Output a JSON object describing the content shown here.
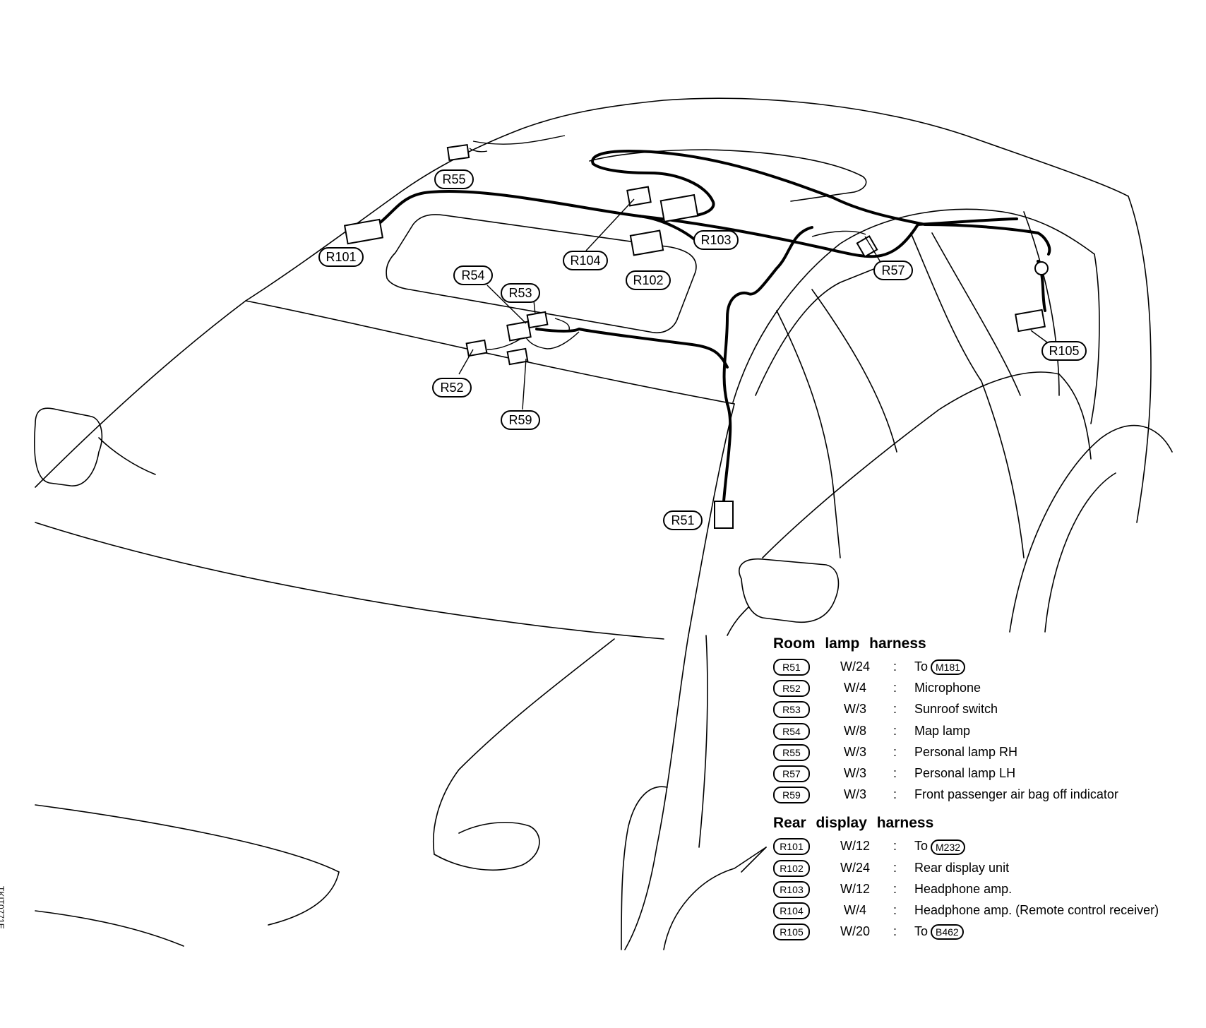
{
  "diagram": {
    "connector_labels": [
      "R55",
      "R101",
      "R104",
      "R103",
      "R102",
      "R54",
      "R53",
      "R57",
      "R105",
      "R52",
      "R59",
      "R51"
    ],
    "image_code": "TKIT0771E"
  },
  "legend": {
    "room_lamp": {
      "title": "Room  lamp  harness",
      "rows": [
        {
          "tag": "R51",
          "spec": "W/24",
          "colon": ":",
          "desc": "To",
          "ref": "M181"
        },
        {
          "tag": "R52",
          "spec": "W/4",
          "colon": ":",
          "desc": "Microphone",
          "ref": ""
        },
        {
          "tag": "R53",
          "spec": "W/3",
          "colon": ":",
          "desc": "Sunroof switch",
          "ref": ""
        },
        {
          "tag": "R54",
          "spec": "W/8",
          "colon": ":",
          "desc": "Map lamp",
          "ref": ""
        },
        {
          "tag": "R55",
          "spec": "W/3",
          "colon": ":",
          "desc": "Personal lamp RH",
          "ref": ""
        },
        {
          "tag": "R57",
          "spec": "W/3",
          "colon": ":",
          "desc": "Personal lamp LH",
          "ref": ""
        },
        {
          "tag": "R59",
          "spec": "W/3",
          "colon": ":",
          "desc": "Front passenger air bag off indicator",
          "ref": ""
        }
      ]
    },
    "rear_display": {
      "title": "Rear  display  harness",
      "rows": [
        {
          "tag": "R101",
          "spec": "W/12",
          "colon": ":",
          "desc": "To",
          "ref": "M232"
        },
        {
          "tag": "R102",
          "spec": "W/24",
          "colon": ":",
          "desc": "Rear display unit",
          "ref": ""
        },
        {
          "tag": "R103",
          "spec": "W/12",
          "colon": ":",
          "desc": "Headphone amp.",
          "ref": ""
        },
        {
          "tag": "R104",
          "spec": "W/4",
          "colon": ":",
          "desc": "Headphone amp. (Remote control receiver)",
          "ref": ""
        },
        {
          "tag": "R105",
          "spec": "W/20",
          "colon": ":",
          "desc": "To",
          "ref": "B462"
        }
      ]
    }
  }
}
